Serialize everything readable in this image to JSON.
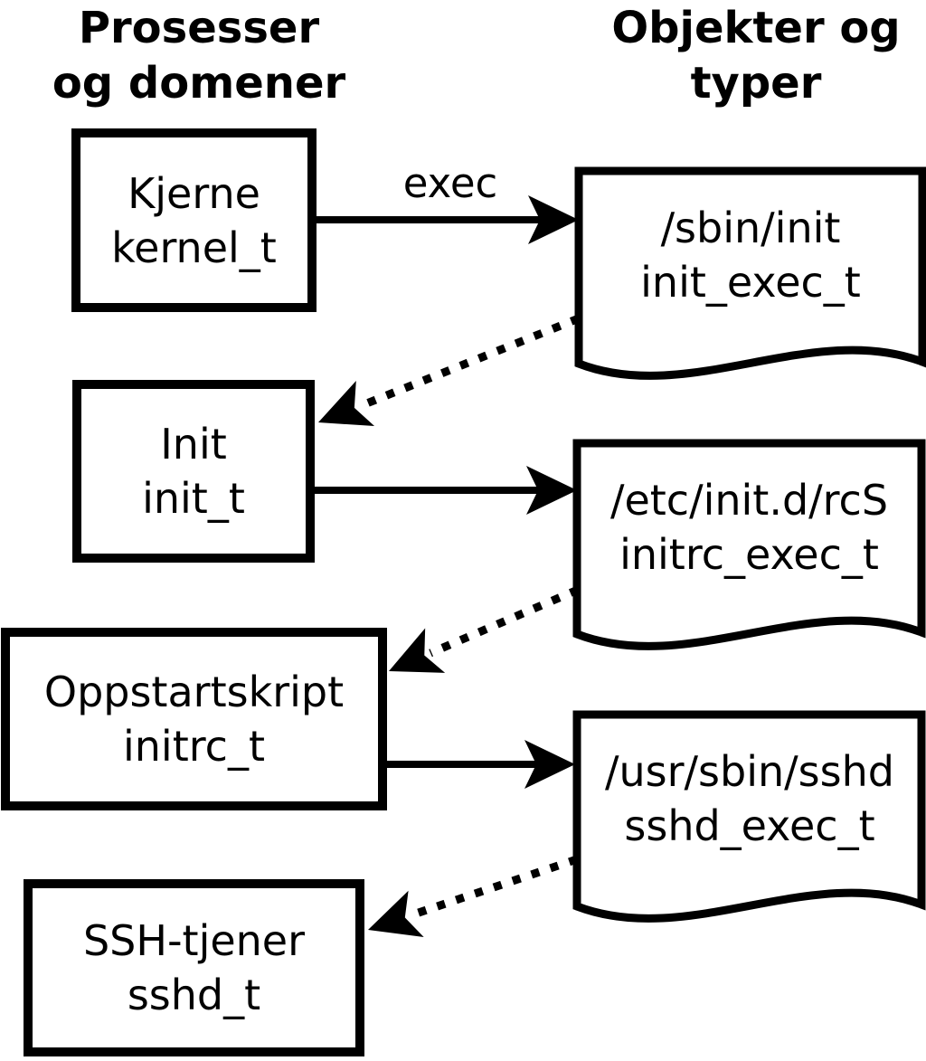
{
  "headers": {
    "left": {
      "line1": "Prosesser",
      "line2": "og domener"
    },
    "right": {
      "line1": "Objekter og",
      "line2": "typer"
    }
  },
  "processes": [
    {
      "label": "Kjerne",
      "type": "kernel_t"
    },
    {
      "label": "Init",
      "type": "init_t"
    },
    {
      "label": "Oppstartskript",
      "type": "initrc_t"
    },
    {
      "label": "SSH-tjener",
      "type": "sshd_t"
    }
  ],
  "objects": [
    {
      "path": "/sbin/init",
      "type": "init_exec_t"
    },
    {
      "path": "/etc/init.d/rcS",
      "type": "initrc_exec_t"
    },
    {
      "path": "/usr/sbin/sshd",
      "type": "sshd_exec_t"
    }
  ],
  "edge_labels": {
    "exec": "exec"
  },
  "colors": {
    "foreground": "#000000",
    "background": "#ffffff"
  }
}
